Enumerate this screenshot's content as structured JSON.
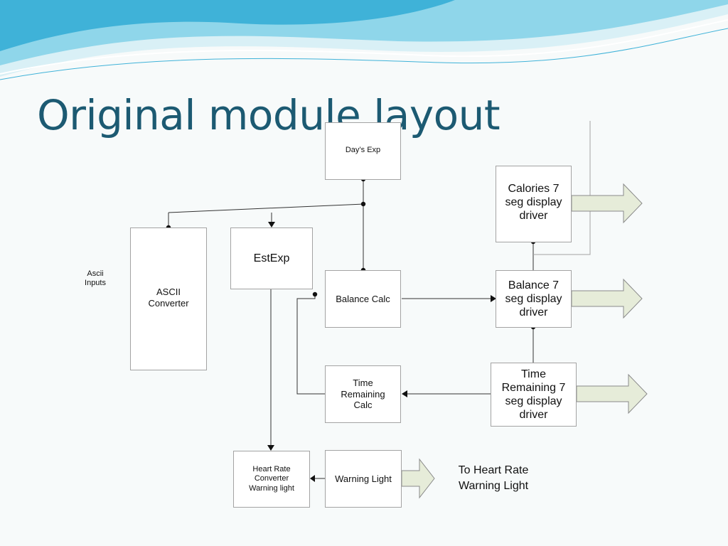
{
  "slide": {
    "title": "Original module layout",
    "accent_color": "#1c5a72",
    "wave_colors": [
      "#3fb2d8",
      "#8fd6ea",
      "#d9f0f6"
    ]
  },
  "labels": {
    "ascii_inputs": "Ascii\nInputs",
    "to_heart_rate": "To Heart Rate\nWarning Light"
  },
  "modules": {
    "days_exp": "Day’s Exp",
    "est_exp": "EstExp",
    "ascii_converter": "ASCII\nConverter",
    "balance_calc": "Balance Calc",
    "time_remaining_calc": "Time\nRemaining\nCalc",
    "calories_driver": "Calories 7\nseg display\ndriver",
    "balance_driver": "Balance 7\nseg display\ndriver",
    "time_remaining_driver": "Time\nRemaining 7\nseg display\ndriver",
    "heart_rate_converter": "Heart Rate\nConverter\nWarning light",
    "warning_light": "Warning Light"
  },
  "colors": {
    "box_border": "#a3a3a3",
    "wire": "#333333",
    "arrow_fill": "#e6ecd9",
    "arrow_stroke": "#8a8a8a"
  }
}
